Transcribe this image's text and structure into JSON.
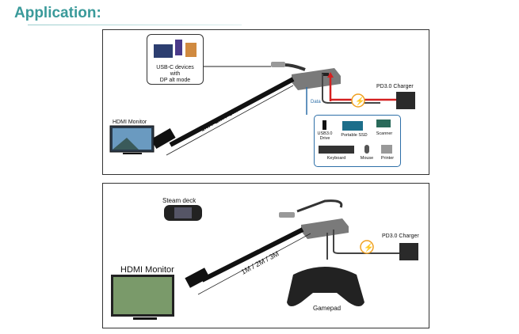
{
  "header": {
    "title": "Application:"
  },
  "panel1": {
    "devices_label": [
      "USB-C devices",
      "with",
      "DP alt mode"
    ],
    "monitor_label": "HDMI Monitor",
    "cable_length": "1M / 2M / 3M",
    "charger_label": "PD3.0 Charger",
    "data_label": "Data",
    "peripherals": [
      "USB3.0 Drive",
      "Portable SSD",
      "Scanner",
      "Keyboard",
      "Mouse",
      "Printer"
    ]
  },
  "panel2": {
    "device_label": "Steam deck",
    "monitor_label": "HDMI Monitor",
    "cable_length": "1M / 2M / 3M",
    "charger_label": "PD3.0 Charger",
    "gamepad_label": "Gamepad"
  },
  "colors": {
    "accent": "#3a9a9a",
    "data": "#2d6fa8",
    "power": "#d42020",
    "bolt": "#f0a020"
  }
}
